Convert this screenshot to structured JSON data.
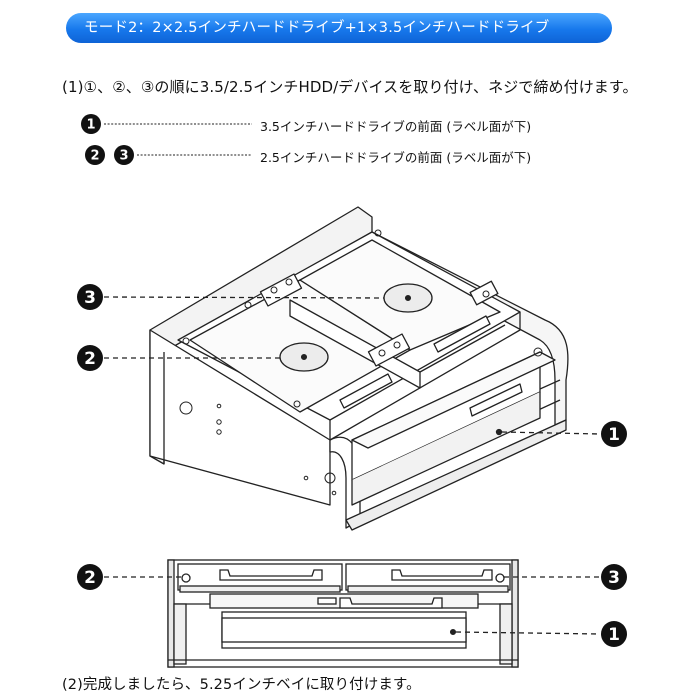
{
  "header": {
    "title": "モード2：2×2.5インチハードドライブ+1×3.5インチハードドライブ"
  },
  "instructions": {
    "step1": "(1)①、②、③の順に3.5/2.5インチHDD/デバイスを取り付け、ネジで締め付けます。",
    "step2": "(2)完成しましたら、5.25インチベイに取り付けます。"
  },
  "legend": {
    "items": [
      {
        "badges": [
          "1"
        ],
        "text": "3.5インチハードドライブの前面 (ラベル面が下)"
      },
      {
        "badges": [
          "2",
          "3"
        ],
        "text": "2.5インチハードドライブの前面 (ラベル面が下)"
      }
    ]
  },
  "callouts": {
    "one": "1",
    "two": "2",
    "three": "3"
  },
  "colors": {
    "banner": "#1778ec",
    "badge": "#111111",
    "line": "#222222"
  }
}
